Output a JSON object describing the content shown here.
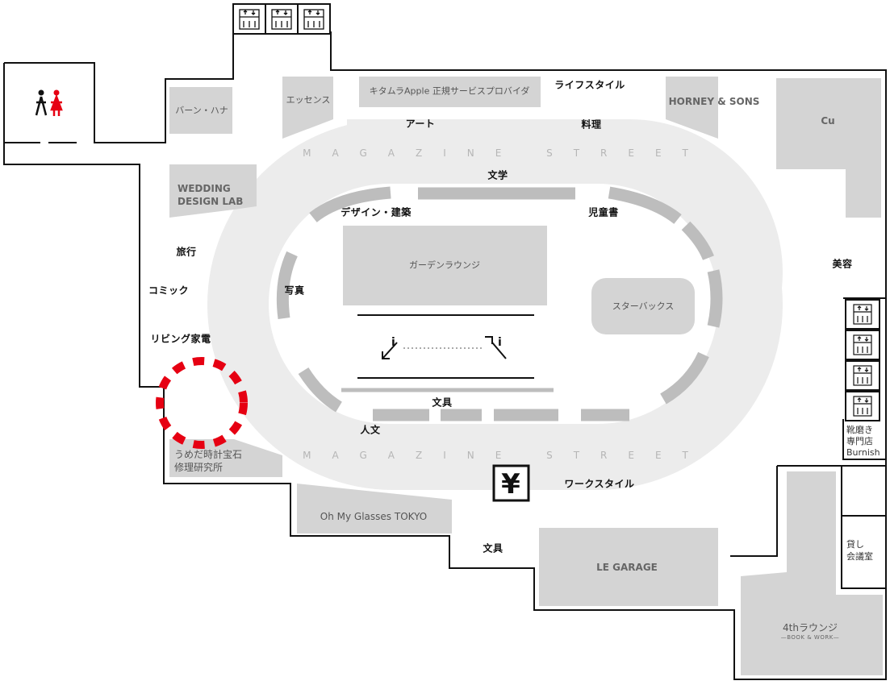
{
  "map": {
    "streets": {
      "top": "MAGAZINE STREET",
      "bottom": "MAGAZINE STREET"
    },
    "areas": {
      "art": "アート",
      "cooking": "料理",
      "lifestyle": "ライフスタイル",
      "literature": "文学",
      "design_architecture": "デザイン・建築",
      "childrens_books": "児童書",
      "photo": "写真",
      "travel": "旅行",
      "comics": "コミック",
      "living_appliances": "リビング家電",
      "stationery_center": "文具",
      "humanities": "人文",
      "workstyle": "ワークスタイル",
      "stationery_south": "文具",
      "beauty": "美容"
    },
    "shops": {
      "barn_hana": "バーン・ハナ",
      "essence": "エッセンス",
      "kitamura": "キタムラApple 正規サービスプロバイダ",
      "horney": "HORNEY & SONS",
      "cu": "Cu",
      "wedding": "WEDDING\nDESIGN LAB",
      "garden_lounge": "ガーデンラウンジ",
      "starbucks": "スターバックス",
      "umeda_watch": "うめだ時計宝石\n修理研究所",
      "oh_my_glasses": "Oh My Glasses TOKYO",
      "le_garage": "LE GARAGE",
      "lounge4": "4thラウンジ",
      "lounge4_sub": "—BOOK & WORK—",
      "burnish": "靴磨き\n専門店\nBurnish",
      "meeting_room": "貸し\n会議室"
    },
    "icons": {
      "restroom": "restroom-icon",
      "elevator": "elevator-icon",
      "atm": "yen-atm-icon",
      "information": "information-icon",
      "highlight": "red-dashed-circle-marker"
    },
    "symbols": {
      "yen": "¥",
      "info": "i"
    },
    "colors": {
      "wall": "#111111",
      "shop_fill": "#d4d4d4",
      "corridor": "#ececec",
      "shelf": "#bdbdbd",
      "street_text": "#b5b5b5",
      "highlight": "#e60012",
      "female": "#e60012"
    }
  }
}
